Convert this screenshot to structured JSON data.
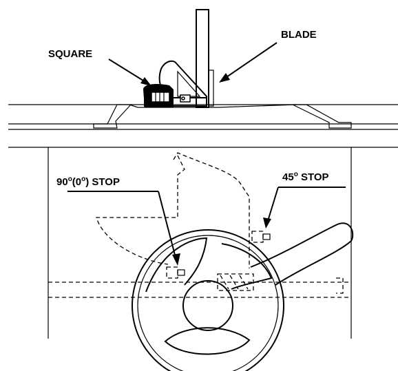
{
  "labels": {
    "square": "SQUARE",
    "blade": "BLADE",
    "stop_90_a": "90",
    "stop_90_b": "(0",
    "stop_90_c": ") STOP",
    "stop_45_a": "45",
    "stop_45_b": " STOP",
    "degree": "o"
  }
}
